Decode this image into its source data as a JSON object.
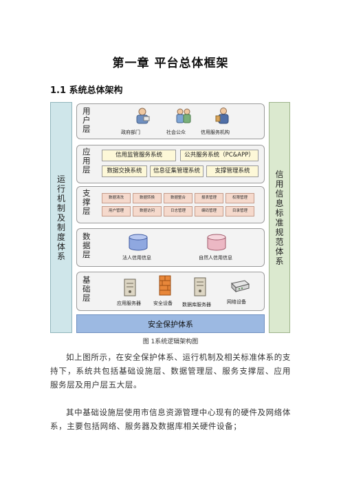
{
  "chapter_title": "第一章  平台总体框架",
  "section_title": "1.1 系统总体架构",
  "diagram": {
    "left_column": "运行机制及制度体系",
    "right_column": "信用信息标准规范体系",
    "user_layer": {
      "label": "用户层",
      "items": [
        "政府部门",
        "社会公众",
        "信用服务机构"
      ]
    },
    "app_layer": {
      "label": "应用层",
      "row1": [
        "信用监管服务系统",
        "公共服务系统（PC&APP）"
      ],
      "row2": [
        "数据交换系统",
        "信息征集管理系统",
        "支撑管理系统"
      ]
    },
    "support_layer": {
      "label": "支撑层",
      "row1": [
        "数据清洗",
        "数据转换",
        "数据整合",
        "报表管理",
        "权限管理"
      ],
      "row2": [
        "用户管理",
        "数据访问",
        "日志管理",
        "编码管理",
        "目录管理"
      ]
    },
    "data_layer": {
      "label": "数据层",
      "items": [
        "法人信用信息",
        "自然人信用信息"
      ]
    },
    "base_layer": {
      "label": "基础层",
      "items": [
        "应用服务器",
        "安全设备",
        "数据库服务器",
        "网络设备"
      ]
    },
    "security": "安全保护体系"
  },
  "figure_caption": "图 1系统逻辑架构图",
  "paragraphs": [
    "如上图所示，在安全保护体系、运行机制及相关标准体系的支持下，系统共包括基础设施层、数据管理层、服务支撑层、应用服务层及用户层五大层。",
    "其中基础设施层使用市信息资源管理中心现有的硬件及网络体系，主要包括网络、服务器及数据库相关硬件设备；"
  ]
}
